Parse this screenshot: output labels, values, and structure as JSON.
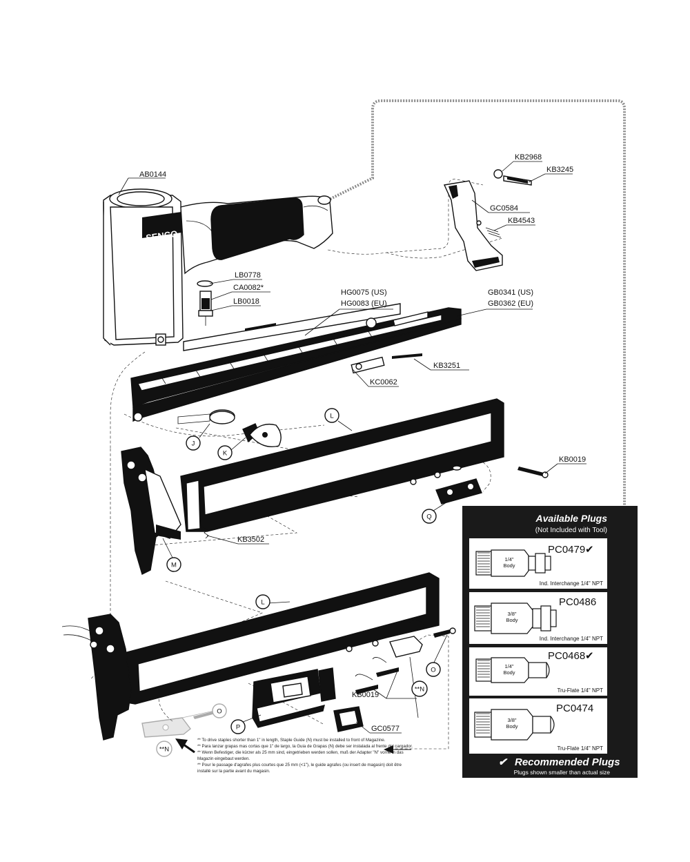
{
  "brand": "SENCO",
  "parts": {
    "ab0144": "AB0144",
    "kb2968": "KB2968",
    "kb3245": "KB3245",
    "gc0584": "GC0584",
    "kb4543": "KB4543",
    "lb0778": "LB0778",
    "ca0082": "CA0082*",
    "lb0018": "LB0018",
    "hg0075": "HG0075 (US)",
    "hg0083": "HG0083 (EU)",
    "gb0341": "GB0341 (US)",
    "gb0362": "GB0362 (EU)",
    "kb3251": "KB3251",
    "kc0062": "KC0062",
    "kb0019_top": "KB0019",
    "kb3502": "KB3502",
    "kb0019_bottom": "KB0019",
    "gc0577": "GC0577"
  },
  "callouts": {
    "j": "J",
    "k": "K",
    "l_top": "L",
    "l_bottom": "L",
    "m": "M",
    "q": "Q",
    "o_right": "O",
    "o_ghost": "O",
    "n_right": "**N",
    "n_ghost": "**N",
    "p": "P"
  },
  "notes": [
    "** To drive staples shorter than 1\" in length, Staple Guide (N) must be installed to front of Magazine.",
    "** Para lanzar grapas mas cortas que 1\" de largo, la Guia de Grapas (N) debe ser instalada al frente del cargador.",
    "** Wenn Befestiger, die kürzer als 25 mm sind, eingetrieben werden sollen, muß der Adapter \"N\" vorne in das",
    "Magazin eingebaut werden.",
    "** Pour le passage d'agrafes plus courtes que 25 mm (<1\"), le guide agrafes (ou insert de magasin) doit être",
    "installé sur la partie avant du magasin."
  ],
  "plugs_panel": {
    "title": "Available Plugs",
    "subtitle": "(Not Included with Tool)",
    "check_mark": "✔",
    "items": [
      {
        "code": "PC0479",
        "recommended": true,
        "body": [
          "1/4\"",
          "Body"
        ],
        "desc": "Ind. Interchange 1/4\" NPT"
      },
      {
        "code": "PC0486",
        "recommended": false,
        "body": [
          "3/8\"",
          "Body"
        ],
        "desc": "Ind. Interchange 1/4\" NPT"
      },
      {
        "code": "PC0468",
        "recommended": true,
        "body": [
          "1/4\"",
          "Body"
        ],
        "desc": "Tru-Flate 1/4\" NPT"
      },
      {
        "code": "PC0474",
        "recommended": false,
        "body": [
          "3/8\"",
          "Body"
        ],
        "desc": "Tru-Flate 1/4\" NPT"
      }
    ],
    "legend_title": "Recommended Plugs",
    "legend_sub": "Plugs shown smaller than actual size"
  },
  "colors": {
    "ink": "#111111",
    "panel": "#1a1a1a",
    "dotted": "#8a8a8a",
    "ghost": "#bdbdbd"
  }
}
